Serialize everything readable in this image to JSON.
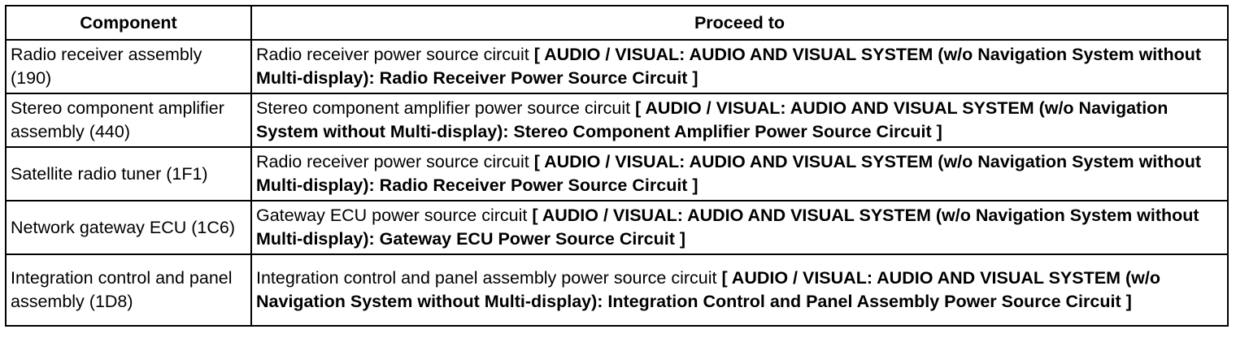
{
  "table": {
    "headers": {
      "component": "Component",
      "proceed_to": "Proceed to"
    },
    "rows": [
      {
        "component": "Radio receiver assembly (190)",
        "desc": "Radio receiver power source circuit",
        "link": "[ AUDIO / VISUAL: AUDIO AND VISUAL SYSTEM (w/o Navigation System without Multi-display): Radio Receiver Power Source Circuit ]"
      },
      {
        "component": "Stereo component amplifier assembly (440)",
        "desc": "Stereo component amplifier power source circuit",
        "link": "[ AUDIO / VISUAL: AUDIO AND VISUAL SYSTEM (w/o Navigation System without Multi-display): Stereo Component Amplifier Power Source Circuit ]"
      },
      {
        "component": "Satellite radio tuner (1F1)",
        "desc": "Radio receiver power source circuit",
        "link": "[ AUDIO / VISUAL: AUDIO AND VISUAL SYSTEM (w/o Navigation System without Multi-display): Radio Receiver Power Source Circuit ]"
      },
      {
        "component": "Network gateway ECU (1C6)",
        "desc": "Gateway ECU power source circuit",
        "link": "[ AUDIO / VISUAL: AUDIO AND VISUAL SYSTEM (w/o Navigation System without Multi-display): Gateway ECU Power Source Circuit ]"
      },
      {
        "component": "Integration control and panel assembly (1D8)",
        "desc": "Integration control and panel assembly power source circuit",
        "link": "[ AUDIO / VISUAL: AUDIO AND VISUAL SYSTEM (w/o Navigation System without Multi-display): Integration Control and Panel Assembly Power Source Circuit ]"
      }
    ]
  }
}
